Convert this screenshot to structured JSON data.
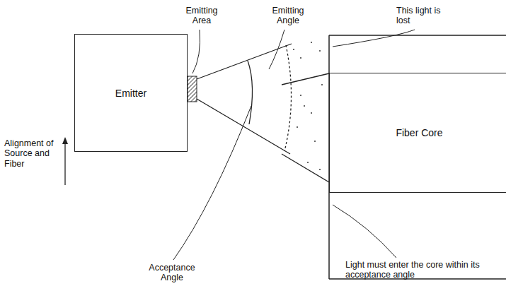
{
  "diagram": {
    "nodes": [
      {
        "text": [
          "Emitter"
        ]
      },
      {
        "text": [
          "Fiber Core"
        ]
      }
    ],
    "labels": [
      "Emitting Area",
      "Emitting Angle",
      "This light is lost",
      "Alignment of Source and Fiber",
      "Acceptance Angle",
      "Light must enter the core within its acceptance angle"
    ]
  }
}
